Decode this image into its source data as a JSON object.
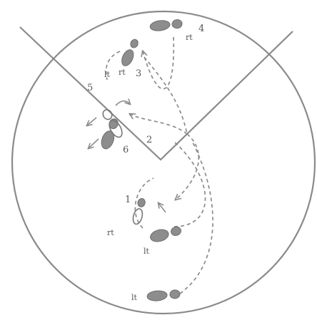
{
  "diagram": {
    "colors": {
      "paper": "#ffffff",
      "pencil": "#8a8a8a",
      "path": "#8c8c8c",
      "shoe": "#8d8d8d",
      "label": "#555555"
    },
    "step_numbers": [
      "1",
      "2",
      "3",
      "4",
      "5",
      "6"
    ],
    "foot_marks": [
      "rt",
      "rt",
      "rt",
      "lt",
      "lt",
      "lt"
    ]
  }
}
